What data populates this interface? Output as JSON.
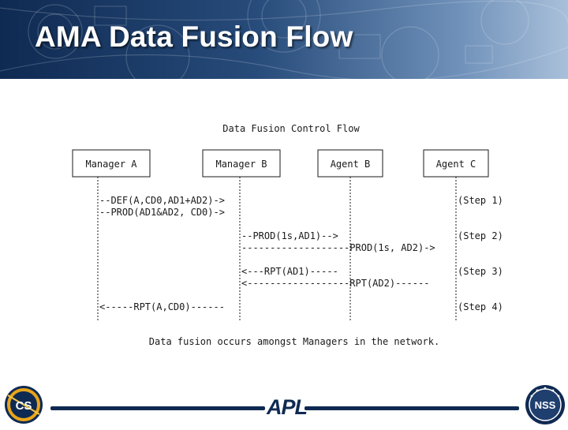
{
  "slide": {
    "title": "AMA Data Fusion Flow"
  },
  "diagram": {
    "heading": "Data Fusion Control Flow",
    "participants": [
      "Manager A",
      "Manager B",
      "Agent B",
      "Agent C"
    ],
    "messages": [
      {
        "label": "--DEF(A,CD0,AD1+AD2)->",
        "from": "Manager A",
        "to": "Manager B"
      },
      {
        "label": "--PROD(AD1&AD2, CD0)->",
        "from": "Manager A",
        "to": "Manager B"
      },
      {
        "label": "--PROD(1s,AD1)-->",
        "from": "Manager B",
        "to": "Agent B"
      },
      {
        "label": "-------------------PROD(1s, AD2)->",
        "from": "Manager B",
        "to": "Agent C"
      },
      {
        "label": "<---RPT(AD1)-----",
        "from": "Agent B",
        "to": "Manager B"
      },
      {
        "label": "<------------------RPT(AD2)------",
        "from": "Agent C",
        "to": "Manager B"
      },
      {
        "label": "<-----RPT(A,CD0)------",
        "from": "Manager B",
        "to": "Manager A"
      }
    ],
    "steps": [
      "(Step 1)",
      "(Step 2)",
      "(Step 3)",
      "(Step 4)"
    ],
    "caption": "Data fusion occurs amongst Managers in the network."
  },
  "footer": {
    "left_logo_text": "CS",
    "center_logo_text": "APL",
    "right_logo_text": "NSS"
  },
  "colors": {
    "navy": "#0f2a52",
    "text": "#1a1a1a"
  }
}
